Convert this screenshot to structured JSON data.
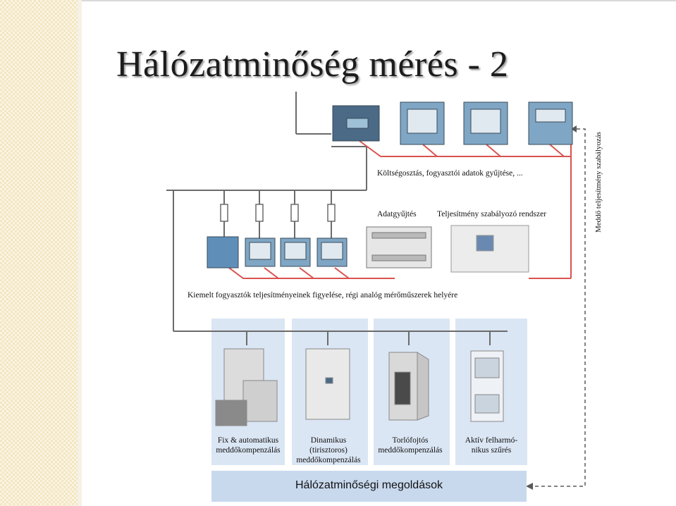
{
  "slide": {
    "title": "Hálózatminőség mérés - 2"
  },
  "diagram": {
    "label_top": "Költségosztás, fogyasztói adatok gyűjtése, ...",
    "label_datacollect": "Adatgyűjtés",
    "label_power_control": "Teljesítmény szabályozó rendszer",
    "label_vertical": "Meddő teljesítmény szabályozás",
    "label_consumers": "Kiemelt fogyasztók teljesítményeinek figyelése, régi analóg mérőműszerek helyére",
    "solutions": [
      {
        "line1": "Fix & automatikus",
        "line2": "meddőkompenzálás",
        "line3": ""
      },
      {
        "line1": "Dinamikus",
        "line2": "(tirisztoros)",
        "line3": "meddőkompenzálás"
      },
      {
        "line1": "Torlófojtós",
        "line2": "meddőkompenzálás",
        "line3": ""
      },
      {
        "line1": "Aktív felharmó-",
        "line2": "nikus szűrés",
        "line3": ""
      }
    ],
    "bottom_label": "Hálózatminőségi megoldások",
    "colors": {
      "bus": "#6b6b6b",
      "signal": "#d9534f",
      "dashed": "#5a5a5a",
      "panel": "#dbe6f4",
      "bottom_box": "#c8d9ee"
    }
  }
}
